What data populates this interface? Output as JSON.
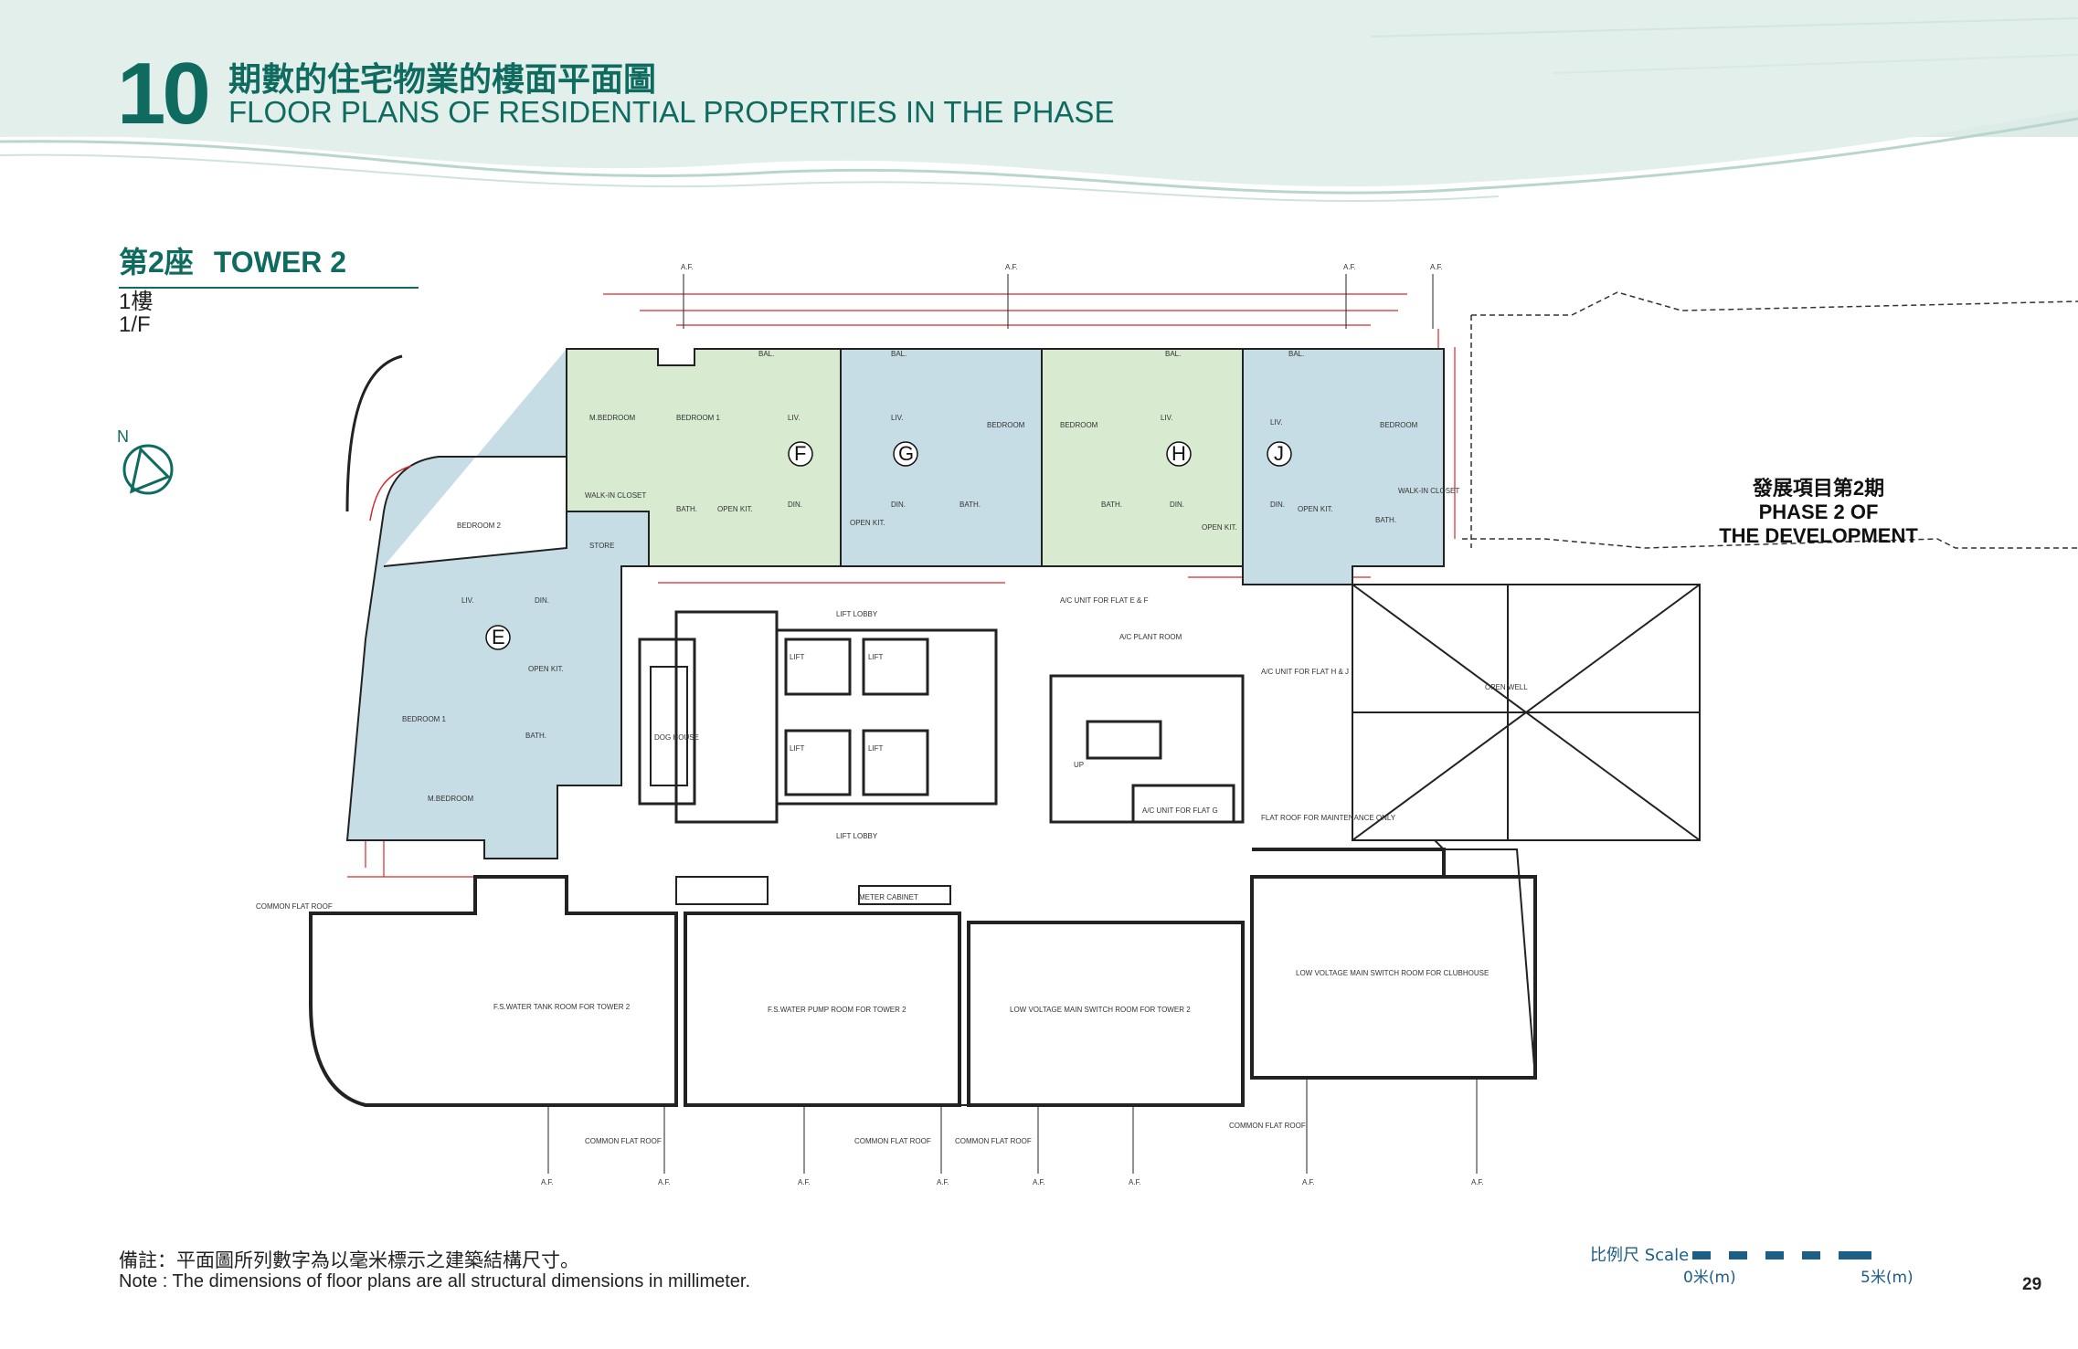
{
  "header": {
    "section_number": "10",
    "title_zh": "期數的住宅物業的樓面平面圖",
    "title_en": "FLOOR PLANS OF RESIDENTIAL PROPERTIES IN THE PHASE",
    "tower_zh": "第2座",
    "tower_en": "TOWER 2",
    "floor_zh": "1樓",
    "floor_en": "1/F"
  },
  "north_label": "N",
  "flats": [
    "E",
    "F",
    "G",
    "H",
    "J"
  ],
  "rooms": {
    "master_bedroom": "M.BEDROOM",
    "bedroom": "BEDROOM",
    "bedroom_1": "BEDROOM 1",
    "bedroom_2": "BEDROOM 2",
    "living": "LIV.",
    "dining": "DIN.",
    "open_kitchen": "OPEN KIT.",
    "bath": "BATH.",
    "balcony": "BAL.",
    "walk_in_closet": "WALK-IN CLOSET",
    "store": "STORE",
    "lift_lobby": "LIFT LOBBY",
    "lift": "LIFT",
    "dog_house": "DOG HOUSE",
    "open_well": "OPEN WELL",
    "flat_roof_maintenance": "FLAT ROOF FOR MAINTENANCE ONLY",
    "common_flat_roof": "COMMON FLAT ROOF",
    "meter_cabinet": "METER CABINET",
    "fs_water_tank": "F.S.WATER TANK ROOM FOR TOWER 2",
    "fs_water_pump": "F.S.WATER PUMP ROOM FOR TOWER 2",
    "lv_switch_tower": "LOW VOLTAGE MAIN SWITCH ROOM FOR TOWER 2",
    "lv_switch_clubhouse": "LOW VOLTAGE MAIN SWITCH ROOM FOR CLUBHOUSE",
    "ac_unit_ef": "A/C UNIT FOR FLAT E & F",
    "ac_unit_hj": "A/C UNIT FOR FLAT H & J",
    "ac_unit_g": "A/C UNIT FOR FLAT G",
    "ac_plant_room": "A/C PLANT ROOM",
    "up": "UP",
    "af": "A.F."
  },
  "phase2": {
    "zh": "發展項目第2期",
    "en_line1": "PHASE 2 OF",
    "en_line2": "THE DEVELOPMENT"
  },
  "notes": {
    "zh": "備註：平面圖所列數字為以毫米標示之建築結構尺寸。",
    "en": "Note : The dimensions of floor plans are all structural dimensions in millimeter."
  },
  "scale": {
    "label": "比例尺 Scale",
    "min": "0米(m)",
    "max": "5米(m)"
  },
  "page_number": "29",
  "colors": {
    "brand_teal": "#0f6b5f",
    "flat_green": "#d8ead0",
    "flat_blue": "#c7dde6",
    "dimension_red": "#d42a2a",
    "scale_blue": "#1d5e86"
  }
}
